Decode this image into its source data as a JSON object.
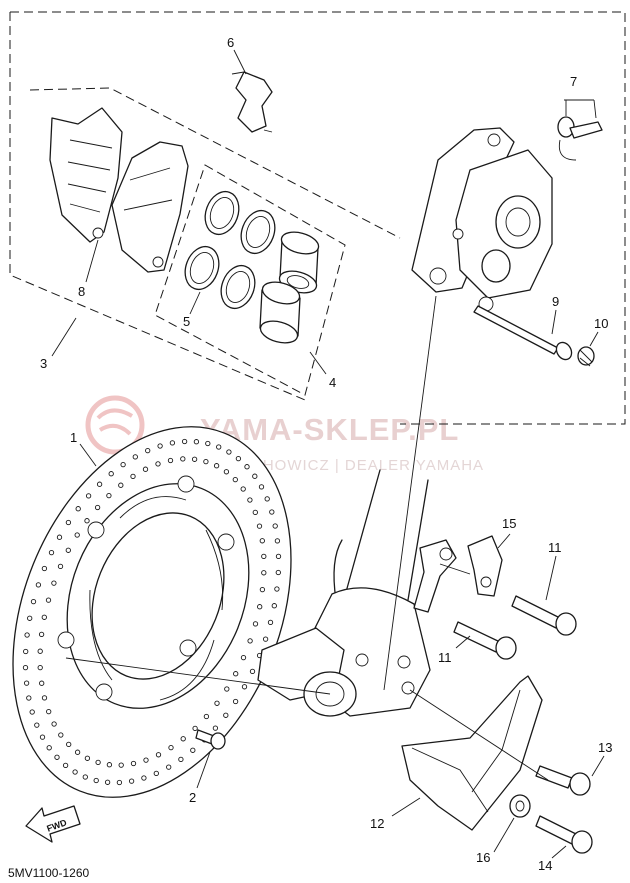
{
  "callouts": {
    "c1": "1",
    "c2": "2",
    "c3": "3",
    "c4": "4",
    "c5": "5",
    "c6": "6",
    "c7": "7",
    "c8": "8",
    "c9": "9",
    "c10": "10",
    "c11a": "11",
    "c11b": "11",
    "c12": "12",
    "c13": "13",
    "c14": "14",
    "c15": "15",
    "c16": "16"
  },
  "watermark": {
    "title": "YAMA-SKLEP.PL",
    "subtitle": "ECHOWICZ | DEALER YAMAHA"
  },
  "arrow_label": "FWD",
  "diagram_code": "5MV1100-1260"
}
